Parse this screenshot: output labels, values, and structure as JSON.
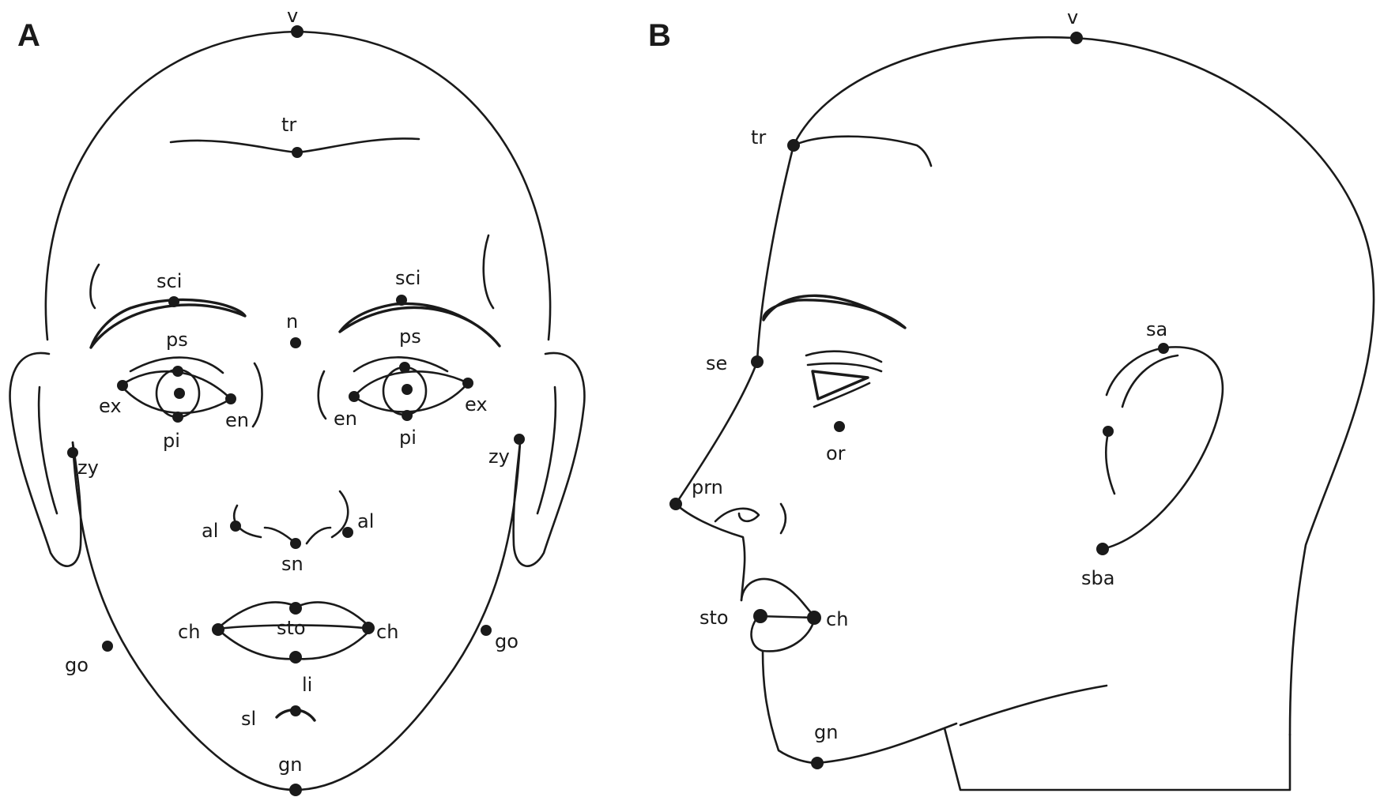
{
  "colors": {
    "ink": "#1a1a1a",
    "background": "#ffffff"
  },
  "panels": {
    "a": {
      "label": "A",
      "landmarks": {
        "v": "v",
        "tr": "tr",
        "sci_r": "sci",
        "sci_l": "sci",
        "n": "n",
        "ps_r": "ps",
        "ps_l": "ps",
        "ex_r": "ex",
        "ex_l": "ex",
        "en_r": "en",
        "en_l": "en",
        "pi_r": "pi",
        "pi_l": "pi",
        "zy_r": "zy",
        "zy_l": "zy",
        "al_r": "al",
        "al_l": "al",
        "sn": "sn",
        "ch_r": "ch",
        "ch_l": "ch",
        "sto": "sto",
        "go_r": "go",
        "go_l": "go",
        "li": "li",
        "sl": "sl",
        "gn": "gn"
      }
    },
    "b": {
      "label": "B",
      "landmarks": {
        "v": "v",
        "tr": "tr",
        "se": "se",
        "or": "or",
        "prn": "prn",
        "sa": "sa",
        "sba": "sba",
        "sto": "sto",
        "ch": "ch",
        "gn": "gn"
      }
    }
  }
}
